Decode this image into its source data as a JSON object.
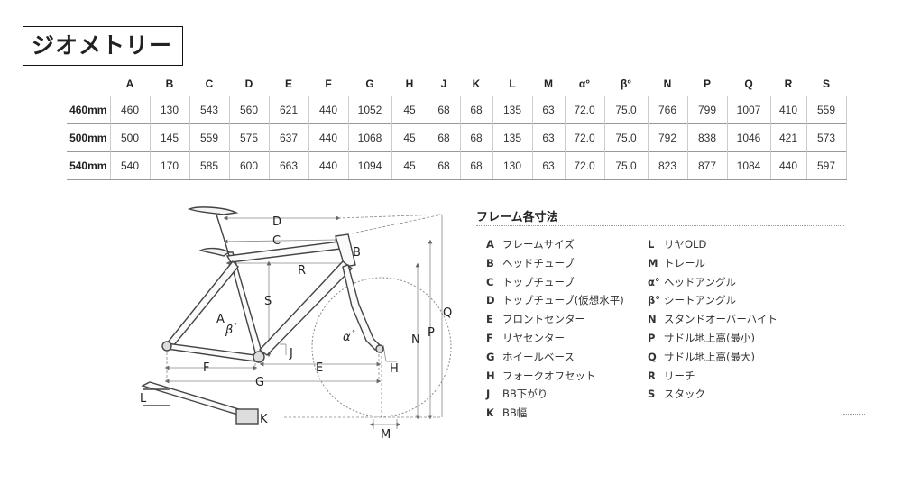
{
  "title": "ジオメトリー",
  "table": {
    "headers": [
      "",
      "A",
      "B",
      "C",
      "D",
      "E",
      "F",
      "G",
      "H",
      "J",
      "K",
      "L",
      "M",
      "α°",
      "β°",
      "N",
      "P",
      "Q",
      "R",
      "S"
    ],
    "rows": [
      [
        "460mm",
        "460",
        "130",
        "543",
        "560",
        "621",
        "440",
        "1052",
        "45",
        "68",
        "68",
        "135",
        "63",
        "72.0",
        "75.0",
        "766",
        "799",
        "1007",
        "410",
        "559"
      ],
      [
        "500mm",
        "500",
        "145",
        "559",
        "575",
        "637",
        "440",
        "1068",
        "45",
        "68",
        "68",
        "135",
        "63",
        "72.0",
        "75.0",
        "792",
        "838",
        "1046",
        "421",
        "573"
      ],
      [
        "540mm",
        "540",
        "170",
        "585",
        "600",
        "663",
        "440",
        "1094",
        "45",
        "68",
        "68",
        "130",
        "63",
        "72.0",
        "75.0",
        "823",
        "877",
        "1084",
        "440",
        "597"
      ]
    ]
  },
  "diagram_labels": {
    "D": "D",
    "C": "C",
    "B": "B",
    "R": "R",
    "S": "S",
    "A": "A",
    "beta": "β",
    "deg1": "°",
    "alpha": "α",
    "deg2": "°",
    "N": "N",
    "P": "P",
    "Q": "Q",
    "J": "J",
    "F": "F",
    "E": "E",
    "H": "H",
    "G": "G",
    "L": "L",
    "K": "K",
    "M": "M"
  },
  "legend": {
    "title": "フレーム各寸法",
    "left": [
      {
        "code": "A",
        "text": "フレームサイズ"
      },
      {
        "code": "B",
        "text": "ヘッドチューブ"
      },
      {
        "code": "C",
        "text": "トップチューブ"
      },
      {
        "code": "D",
        "text": "トップチューブ(仮想水平)"
      },
      {
        "code": "E",
        "text": "フロントセンター"
      },
      {
        "code": "F",
        "text": "リヤセンター"
      },
      {
        "code": "G",
        "text": "ホイールベース"
      },
      {
        "code": "H",
        "text": "フォークオフセット"
      },
      {
        "code": "J",
        "text": "BB下がり"
      },
      {
        "code": "K",
        "text": "BB幅"
      }
    ],
    "right": [
      {
        "code": "L",
        "text": "リヤOLD"
      },
      {
        "code": "M",
        "text": "トレール"
      },
      {
        "code": "α°",
        "text": "ヘッドアングル"
      },
      {
        "code": "β°",
        "text": "シートアングル"
      },
      {
        "code": "N",
        "text": "スタンドオーバーハイト"
      },
      {
        "code": "P",
        "text": "サドル地上高(最小)"
      },
      {
        "code": "Q",
        "text": "サドル地上高(最大)"
      },
      {
        "code": "R",
        "text": "リーチ"
      },
      {
        "code": "S",
        "text": "スタック"
      }
    ]
  }
}
